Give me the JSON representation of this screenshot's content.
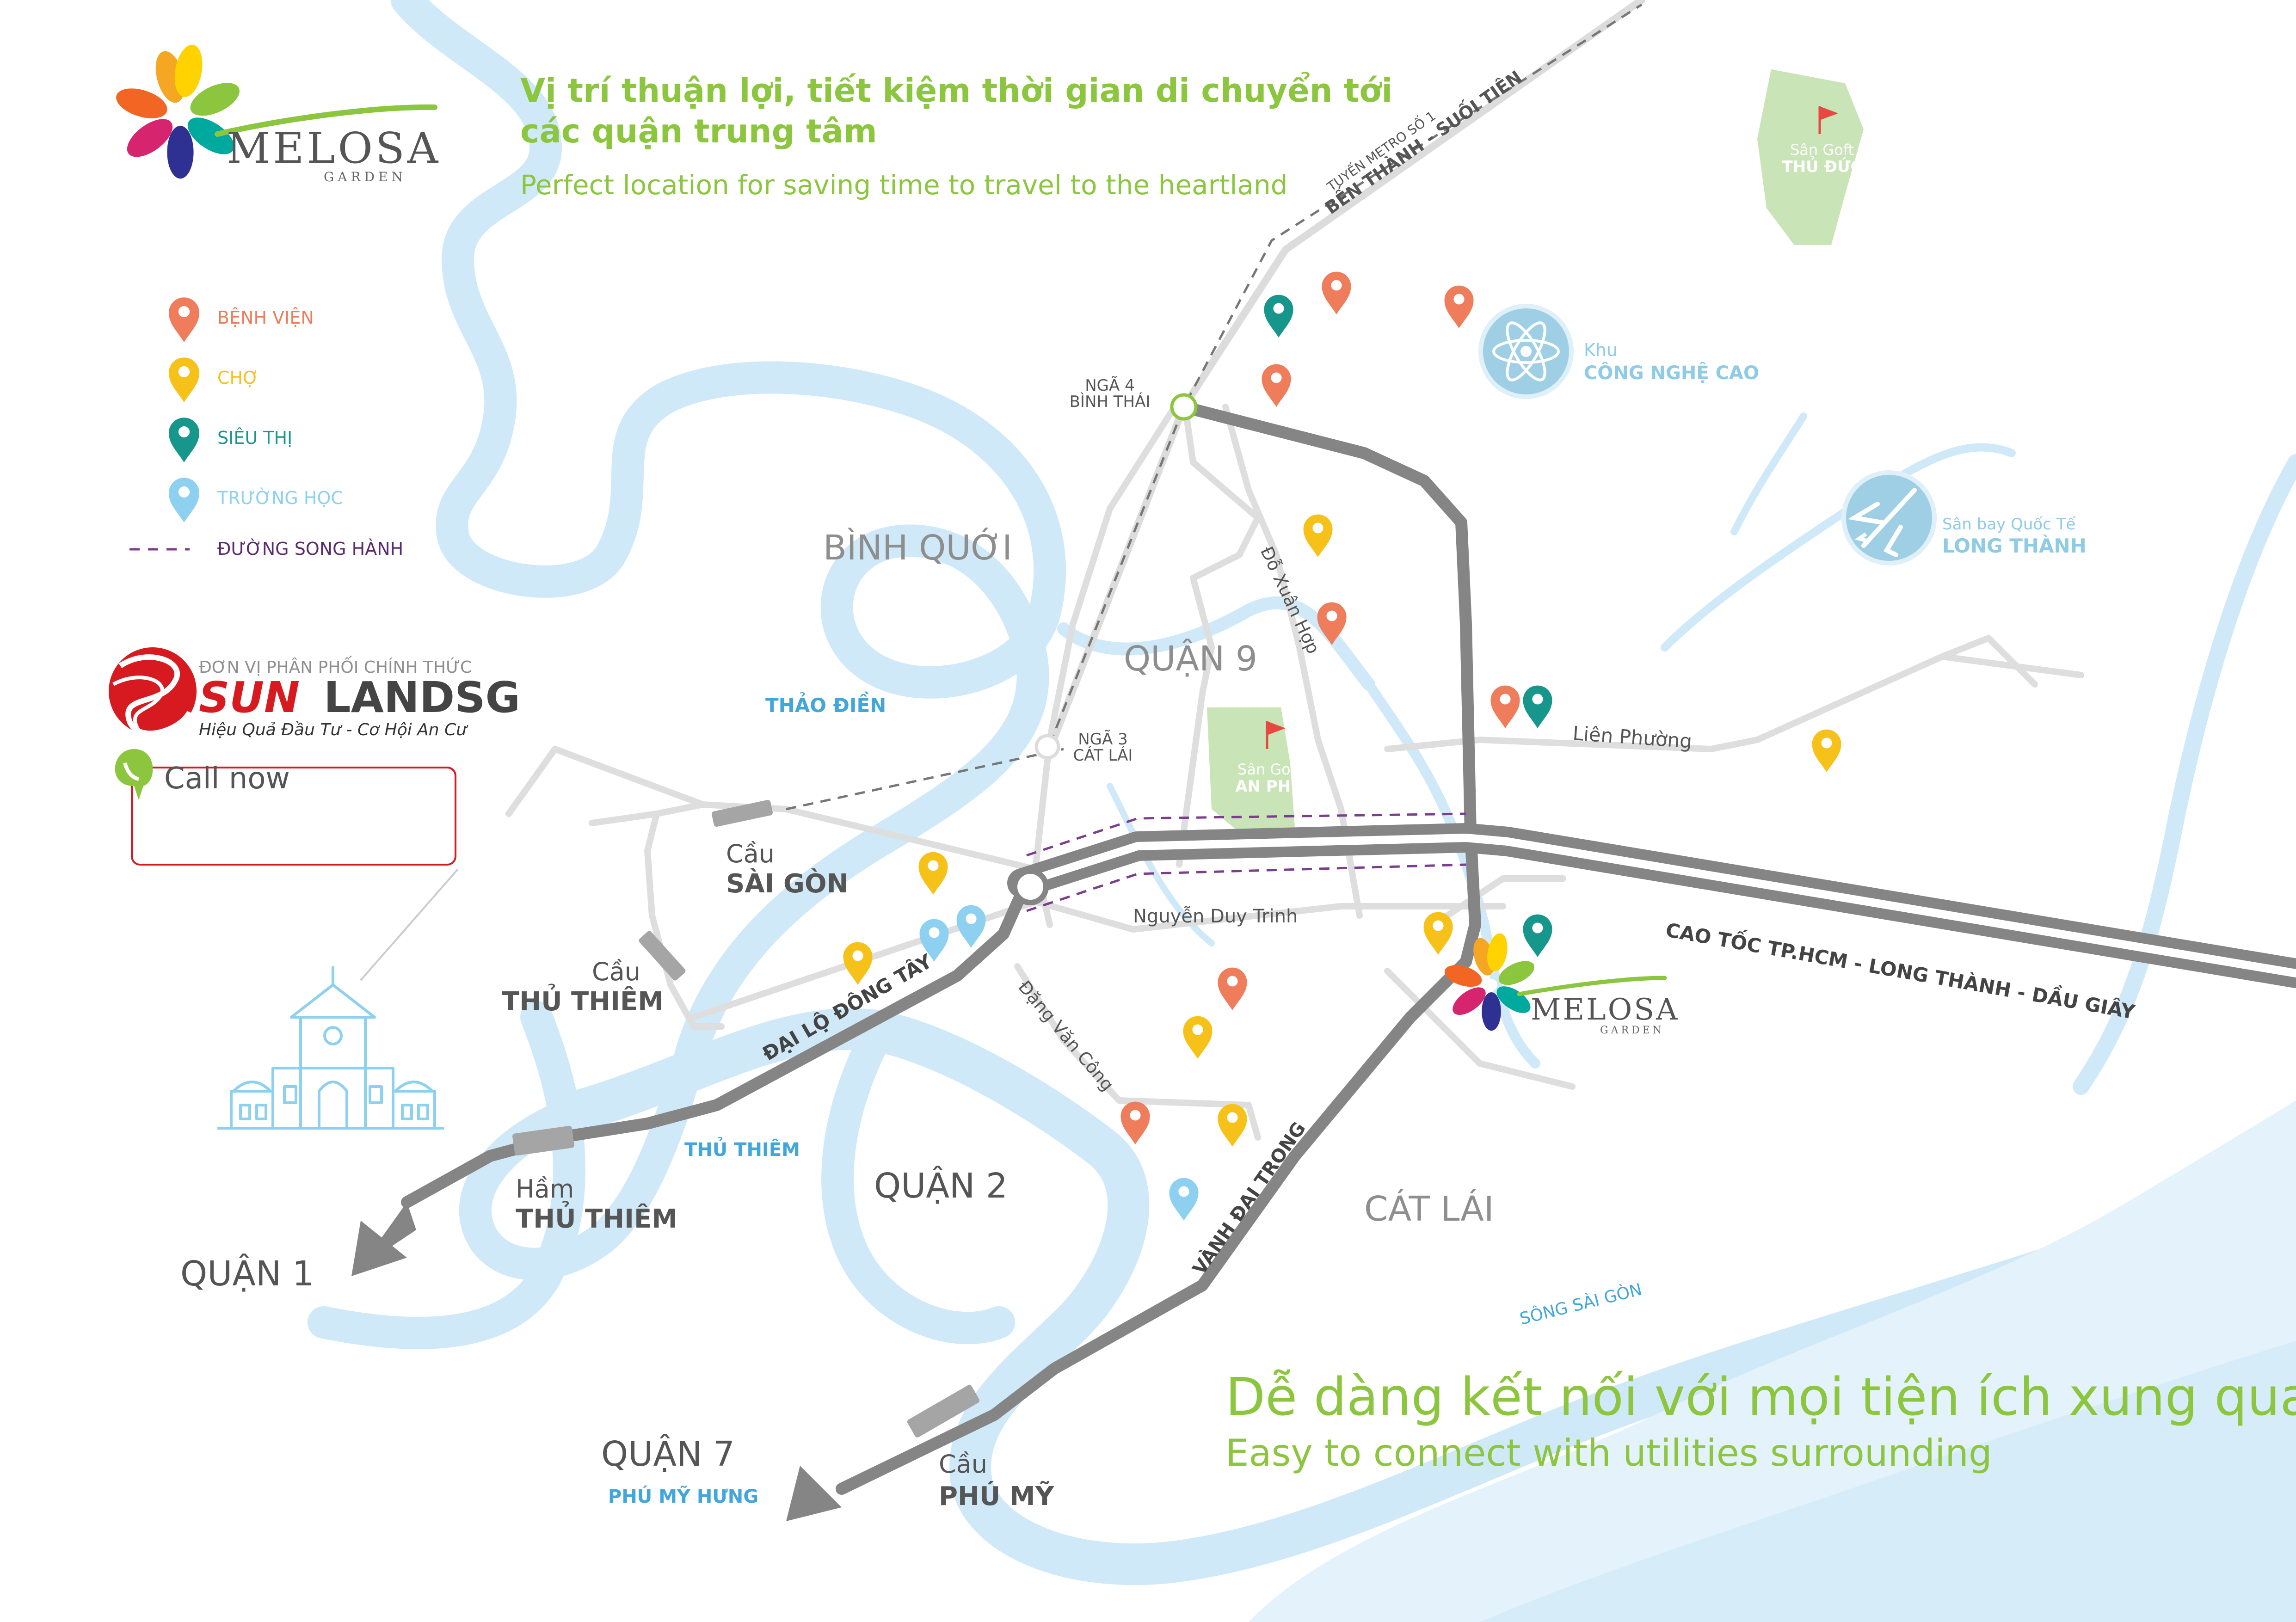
{
  "brand": {
    "name": "MELOSA",
    "sub": "GARDEN"
  },
  "headline": {
    "vi_line1": "Vị trí thuận lợi, tiết kiệm thời gian di chuyển tới",
    "vi_line2": "các quận trung tâm",
    "en": "Perfect location for saving time to travel to the heartland"
  },
  "legend": [
    {
      "label": "BỆNH VIỆN",
      "color": "#ef7c5b",
      "icon": "hospital-pin-icon"
    },
    {
      "label": "CHỢ",
      "color": "#f6c21a",
      "icon": "market-pin-icon"
    },
    {
      "label": "SIÊU THỊ",
      "color": "#17968c",
      "icon": "supermarket-pin-icon"
    },
    {
      "label": "TRƯỜNG HỌC",
      "color": "#8dd0ef",
      "icon": "school-pin-icon"
    },
    {
      "label": "ĐƯỜNG SONG HÀNH",
      "color": "#7b3d8e",
      "icon": "dashed-line-icon"
    }
  ],
  "distributor": {
    "caption": "ĐƠN VỊ PHÂN PHỐI CHÍNH THỨC",
    "name_a": "SUN",
    "name_b": "LANDSG",
    "slogan": "Hiệu Quả Đầu Tư - Cơ Hội An Cư",
    "call": "Call now"
  },
  "colors": {
    "green": "#8cc63f",
    "river": "#cfe9f8",
    "park": "#c9e4b7",
    "road_main": "#858585",
    "road_minor": "#dedede",
    "label_gray": "#8e8e8e",
    "label_dark": "#555555",
    "label_blue": "#43a6db",
    "sunland_red": "#d71920"
  },
  "labels": {
    "metro_top": "TUYẾN METRO SỐ 1",
    "metro_bottom": "BẾN THÀNH - SUỐI TIÊN",
    "golf_td_1": "Sân Goft",
    "golf_td_2": "THỦ ĐỨC",
    "hitech_1": "Khu",
    "hitech_2": "CÔNG NGHỆ CAO",
    "airport_1": "Sân bay Quốc Tế",
    "airport_2": "LONG THÀNH",
    "nga4_1": "NGÃ 4",
    "nga4_2": "BÌNH THÁI",
    "binh_quoi": "BÌNH QUỚI",
    "quan9": "QUẬN 9",
    "thao_dien": "THẢO ĐIỀN",
    "nga3_1": "NGÃ 3",
    "nga3_2": "CÁT LÁI",
    "do_xuan_hop": "Đỗ Xuân Hợp",
    "lien_phuong": "Liên Phường",
    "golf_ap_1": "Sân Goft",
    "golf_ap_2": "AN PHÚ",
    "cau_sg_1": "Cầu",
    "cau_sg_2": "SÀI GÒN",
    "nguyen_duy_trinh": "Nguyễn Duy Trinh",
    "cao_toc": "CAO TỐC TP.HCM - LONG THÀNH - DẦU GIÂY",
    "cau_tt_1": "Cầu",
    "cau_tt_2": "THỦ THIÊM",
    "dai_lo": "ĐẠI LỘ ĐÔNG TÂY",
    "dang_van_cong": "Đặng Văn Công",
    "ham_tt_1": "Hầm",
    "ham_tt_2": "THỦ THIÊM",
    "thu_thiem": "THỦ THIÊM",
    "quan2": "QUẬN 2",
    "vanh_dai": "VÀNH ĐAI TRONG",
    "cat_lai": "CÁT LÁI",
    "quan1": "QUẬN 1",
    "song_sg": "SÔNG SÀI GÒN",
    "quan7": "QUẬN 7",
    "phu_my_hung": "PHÚ MỸ HƯNG",
    "cau_pm_1": "Cầu",
    "cau_pm_2": "PHÚ MỸ"
  },
  "footer": {
    "vi": "Dễ dàng kết nối với mọi tiện ích xung quanh",
    "en": "Easy to connect with utilities surrounding"
  }
}
